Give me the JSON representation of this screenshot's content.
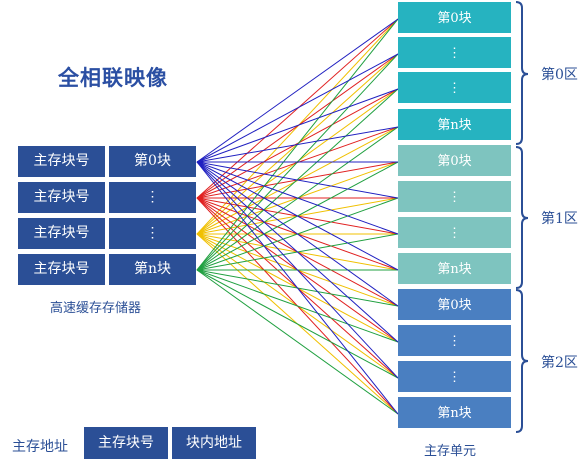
{
  "title": "全相联映像",
  "cache": {
    "rows": [
      {
        "tag": "主存块号",
        "block": "第0块"
      },
      {
        "tag": "主存块号",
        "block": "⋮"
      },
      {
        "tag": "主存块号",
        "block": "⋮"
      },
      {
        "tag": "主存块号",
        "block": "第n块"
      }
    ],
    "label": "高速缓存存储器"
  },
  "memory": {
    "zones": [
      {
        "name": "第0区",
        "blocks": [
          "第0块",
          "⋮",
          "⋮",
          "第n块"
        ]
      },
      {
        "name": "第1区",
        "blocks": [
          "第0块",
          "⋮",
          "⋮",
          "第n块"
        ]
      },
      {
        "name": "第2区",
        "blocks": [
          "第0块",
          "⋮",
          "⋮",
          "第n块"
        ]
      }
    ],
    "label": "主存单元"
  },
  "address": {
    "label": "主存地址",
    "fields": [
      "主存块号",
      "块内地址"
    ]
  },
  "colors": {
    "line_row0": "#2020c0",
    "line_row1": "#e02020",
    "line_row2": "#f0c000",
    "line_row3": "#20a040",
    "cache_bg": "#2b4f96",
    "zone0_bg": "#26b3c0",
    "zone1_bg": "#7ec4bf",
    "zone2_bg": "#4a7fc1"
  }
}
